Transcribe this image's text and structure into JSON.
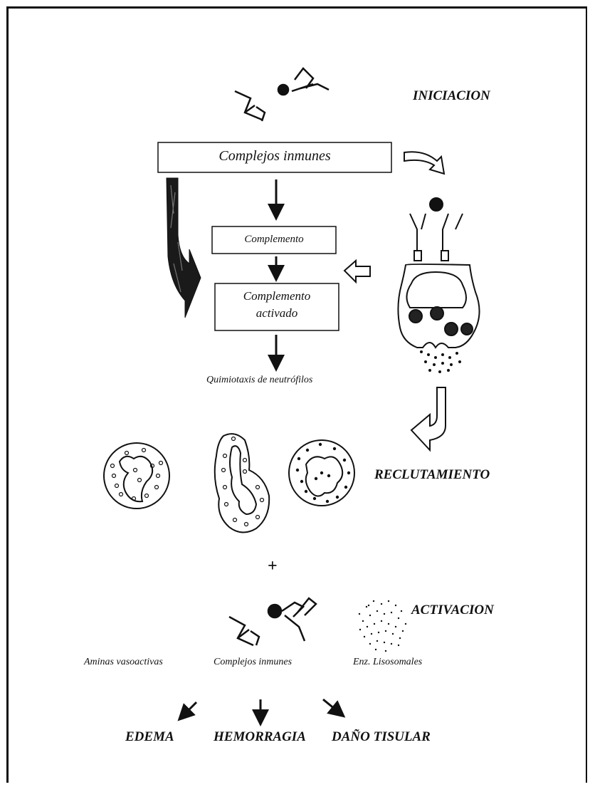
{
  "stages": {
    "iniciacion": "INICIACION",
    "reclutamiento": "RECLUTAMIENTO",
    "activacion": "ACTIVACION"
  },
  "boxes": {
    "complejos_inmunes": "Complejos inmunes",
    "complemento": "Complemento",
    "complemento_activado_line1": "Complemento",
    "complemento_activado_line2": "activado"
  },
  "labels": {
    "quimiotaxis": "Quimiotaxis de neutrófilos",
    "plus": "+",
    "aminas": "Aminas vasoactivas",
    "complejos": "Complejos inmunes",
    "enzimas": "Enz. Lisosomales"
  },
  "outcomes": {
    "edema": "EDEMA",
    "hemorragia": "HEMORRAGIA",
    "dano": "DAÑO TISULAR"
  },
  "icons": [
    "antibody-antigen-complex-icon",
    "mast-cell-icon",
    "neutrophil-icon",
    "lysosomal-enzymes-icon"
  ]
}
